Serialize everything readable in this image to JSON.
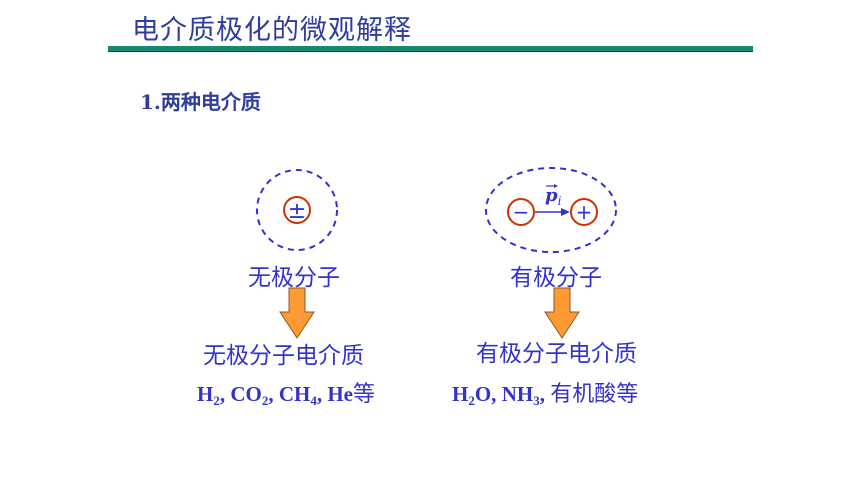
{
  "slide": {
    "title": "电介质极化的微观解释",
    "section_heading": "1.两种电介质"
  },
  "nonpolar": {
    "molecule_label": "无极分子",
    "charge_symbol": "±",
    "dielectric_label": "无极分子电介质",
    "examples": {
      "h2_H": "H",
      "h2_sub": "2",
      "h2_sep": ", ",
      "co2_C": "CO",
      "co2_sub": "2",
      "co2_sep": ", ",
      "ch4_C": "CH",
      "ch4_sub": "4",
      "ch4_sep": ", ",
      "he": "He",
      "deng": "等"
    }
  },
  "polar": {
    "molecule_label": "有极分子",
    "negative_symbol": "−",
    "positive_symbol": "+",
    "dipole_symbol": "p",
    "dipole_subscript": "i",
    "dielectric_label": "有极分子电介质",
    "examples": {
      "h2o_H": "H",
      "h2o_sub": "2",
      "h2o_rest": "O, ",
      "nh3_N": "NH",
      "nh3_sub": "3",
      "nh3_sep": ", ",
      "acid": "有机酸等"
    }
  },
  "colors": {
    "title": "#2e3d9e",
    "title_bar": "#148a6f",
    "text": "#3333cc",
    "charge_circle": "#cc3300",
    "arrow_fill": "#ff9933",
    "dashed_boundary": "#3333cc"
  },
  "icons": {
    "down_arrow": "down-arrow-icon"
  }
}
